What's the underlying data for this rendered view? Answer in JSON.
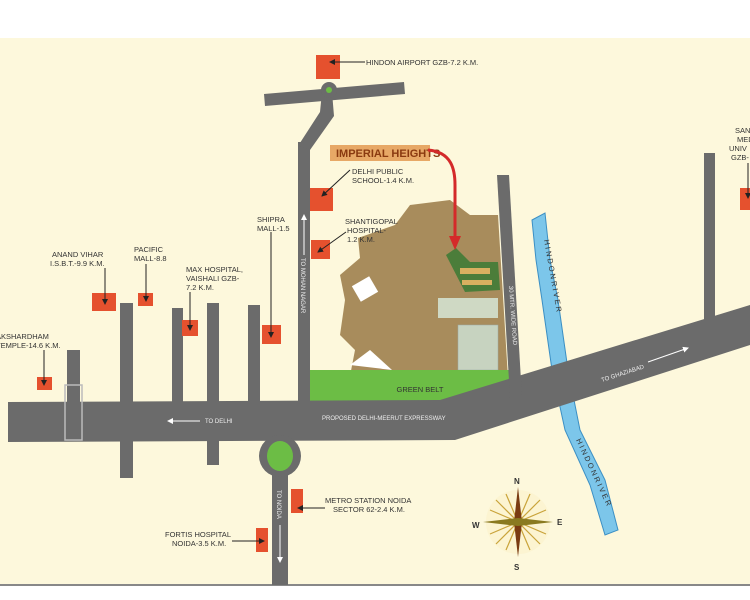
{
  "colors": {
    "background": "#fdf8dc",
    "road": "#6b6b6b",
    "landmark": "#e5512e",
    "river": "#7cc6ea",
    "green_belt": "#6cbd45",
    "project_area": "#a88c5c",
    "label_bg": "#e7a866"
  },
  "project": {
    "label": "IMPERIAL HEIGHTS"
  },
  "landmarks": [
    {
      "lines": [
        "HINDON AIRPORT GZB-7.2 K.M."
      ]
    },
    {
      "lines": [
        "DELHI PUBLIC",
        "SCHOOL-1.4 K.M."
      ]
    },
    {
      "lines": [
        "SHANTIGOPAL",
        "HOSPITAL-",
        "1.2 K.M."
      ]
    },
    {
      "lines": [
        "SHIPRA",
        "MALL-1.5"
      ]
    },
    {
      "lines": [
        "MAX HOSPITAL,",
        "VAISHALI GZB-",
        "7.2 K.M."
      ]
    },
    {
      "lines": [
        "PACIFIC",
        "MALL-8.8"
      ]
    },
    {
      "lines": [
        "ANAND VIHAR",
        "I.S.B.T.-9.9 K.M."
      ]
    },
    {
      "lines": [
        "AKSHARDHAM",
        "TEMPLE-14.6 K.M."
      ]
    },
    {
      "lines": [
        "METRO STATION NOIDA",
        "SECTOR 62-2.4 K.M."
      ]
    },
    {
      "lines": [
        "FORTIS HOSPITAL",
        "NOIDA-3.5 K.M."
      ]
    },
    {
      "lines": [
        "SAN",
        "MED",
        "UNIV",
        "GZB-"
      ]
    }
  ],
  "roads": {
    "expressway": "PROPOSED DELHI-MEERUT EXPRESSWAY",
    "to_delhi": "TO DELHI",
    "to_ghaziabad": "TO GHAZIABAD",
    "to_mohan_nagar": "TO MOHAN NAGAR",
    "to_noida": "TO NOIDA",
    "wide_road": "30 MTR. WIDE ROAD"
  },
  "green_belt": "GREEN BELT",
  "river": {
    "top": "H I N D O N  R I V E R",
    "bottom": "H I N D O N  R I V E R"
  },
  "compass": {
    "n": "N",
    "s": "S",
    "e": "E",
    "w": "W"
  }
}
